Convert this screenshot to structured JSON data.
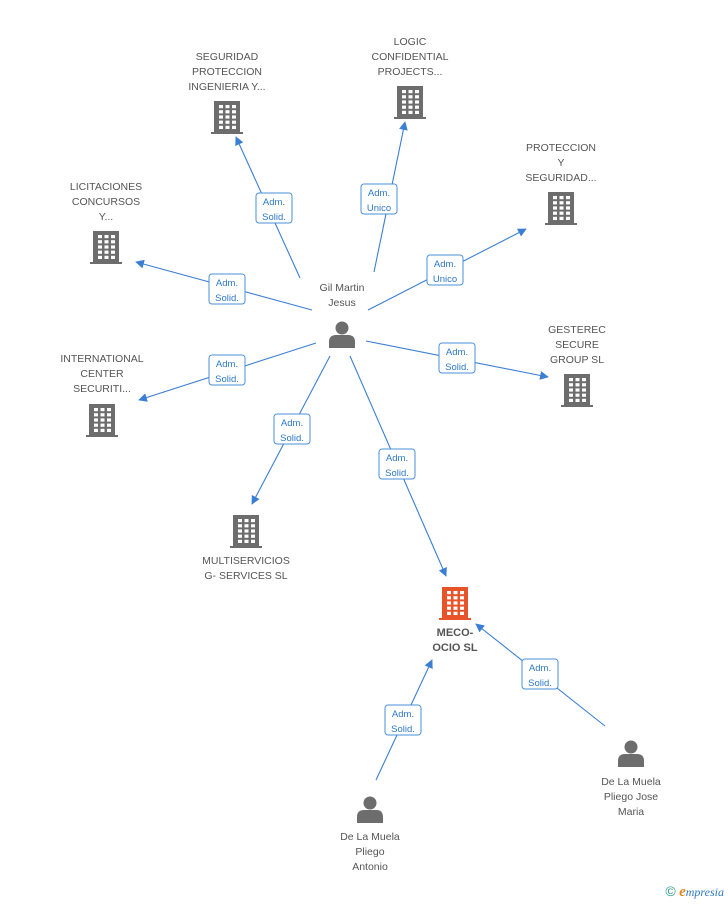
{
  "colors": {
    "company": "#6d6d6d",
    "company_main": "#e8542a",
    "person": "#6d6d6d",
    "edge": "#3b7fd4",
    "edge_label": "#2d78c8"
  },
  "nodes": [
    {
      "id": "gil",
      "kind": "person",
      "label": [
        "Gil Martin",
        "Jesus"
      ]
    },
    {
      "id": "seguridad_proteccion",
      "kind": "company",
      "label": [
        "SEGURIDAD",
        "PROTECCION",
        "INGENIERIA Y..."
      ]
    },
    {
      "id": "logic",
      "kind": "company",
      "label": [
        "LOGIC",
        "CONFIDENTIAL",
        "PROJECTS..."
      ]
    },
    {
      "id": "proteccion_seguridad",
      "kind": "company",
      "label": [
        "PROTECCION",
        "Y",
        "SEGURIDAD..."
      ]
    },
    {
      "id": "licitaciones",
      "kind": "company",
      "label": [
        "LICITACIONES",
        "CONCURSOS",
        "Y..."
      ]
    },
    {
      "id": "gesterec",
      "kind": "company",
      "label": [
        "GESTEREC",
        "SECURE",
        "GROUP  SL"
      ]
    },
    {
      "id": "international",
      "kind": "company",
      "label": [
        "INTERNATIONAL",
        "CENTER",
        "SECURITI..."
      ]
    },
    {
      "id": "multiservicios",
      "kind": "company",
      "label": [
        "MULTISERVICIOS",
        "G- SERVICES  SL"
      ]
    },
    {
      "id": "meco",
      "kind": "company_main",
      "label": [
        "MECO-",
        "OCIO SL"
      ]
    },
    {
      "id": "delamuela_antonio",
      "kind": "person",
      "label": [
        "De La Muela",
        "Pliego",
        "Antonio"
      ]
    },
    {
      "id": "delamuela_jose",
      "kind": "person",
      "label": [
        "De La Muela",
        "Pliego Jose",
        "Maria"
      ]
    }
  ],
  "edges": [
    {
      "from": "gil",
      "to": "seguridad_proteccion",
      "label": [
        "Adm.",
        "Solid."
      ]
    },
    {
      "from": "gil",
      "to": "logic",
      "label": [
        "Adm.",
        "Unico"
      ]
    },
    {
      "from": "gil",
      "to": "proteccion_seguridad",
      "label": [
        "Adm.",
        "Unico"
      ]
    },
    {
      "from": "gil",
      "to": "licitaciones",
      "label": [
        "Adm.",
        "Solid."
      ]
    },
    {
      "from": "gil",
      "to": "gesterec",
      "label": [
        "Adm.",
        "Solid."
      ]
    },
    {
      "from": "gil",
      "to": "international",
      "label": [
        "Adm.",
        "Solid."
      ]
    },
    {
      "from": "gil",
      "to": "multiservicios",
      "label": [
        "Adm.",
        "Solid."
      ]
    },
    {
      "from": "gil",
      "to": "meco",
      "label": [
        "Adm.",
        "Solid."
      ]
    },
    {
      "from": "delamuela_antonio",
      "to": "meco",
      "label": [
        "Adm.",
        "Solid."
      ]
    },
    {
      "from": "delamuela_jose",
      "to": "meco",
      "label": [
        "Adm.",
        "Solid."
      ]
    }
  ],
  "footer": {
    "copyright_symbol": "©",
    "brand_initial": "e",
    "brand_rest": "mpresia"
  }
}
